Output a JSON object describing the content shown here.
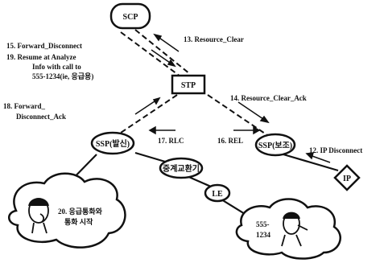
{
  "nodes": {
    "scp": "SCP",
    "stp": "STP",
    "ssp_originating": "SSP(발신)",
    "ssp_assist": "SSP(보조)",
    "tandem": "중계교환기",
    "le": "LE",
    "ip": "IP"
  },
  "messages": {
    "m12": "12. IP Disconnect",
    "m13": "13. Resource_Clear",
    "m14": "14. Resource_Clear_Ack",
    "m15": "15. Forward_Disconnect",
    "m16": "16. REL",
    "m17": "17. RLC",
    "m18_line1": "18. Forward_",
    "m18_line2": "Disconnect_Ack",
    "m19_line1": "19. Resume at Analyze",
    "m19_line2": "Info with call to",
    "m19_line3": "555-1234(ie, 응급용)",
    "m20_line1": "20. 응급통화와",
    "m20_line2": "통화 시작"
  },
  "callee_number": {
    "line1": "555-",
    "line2": "1234"
  }
}
